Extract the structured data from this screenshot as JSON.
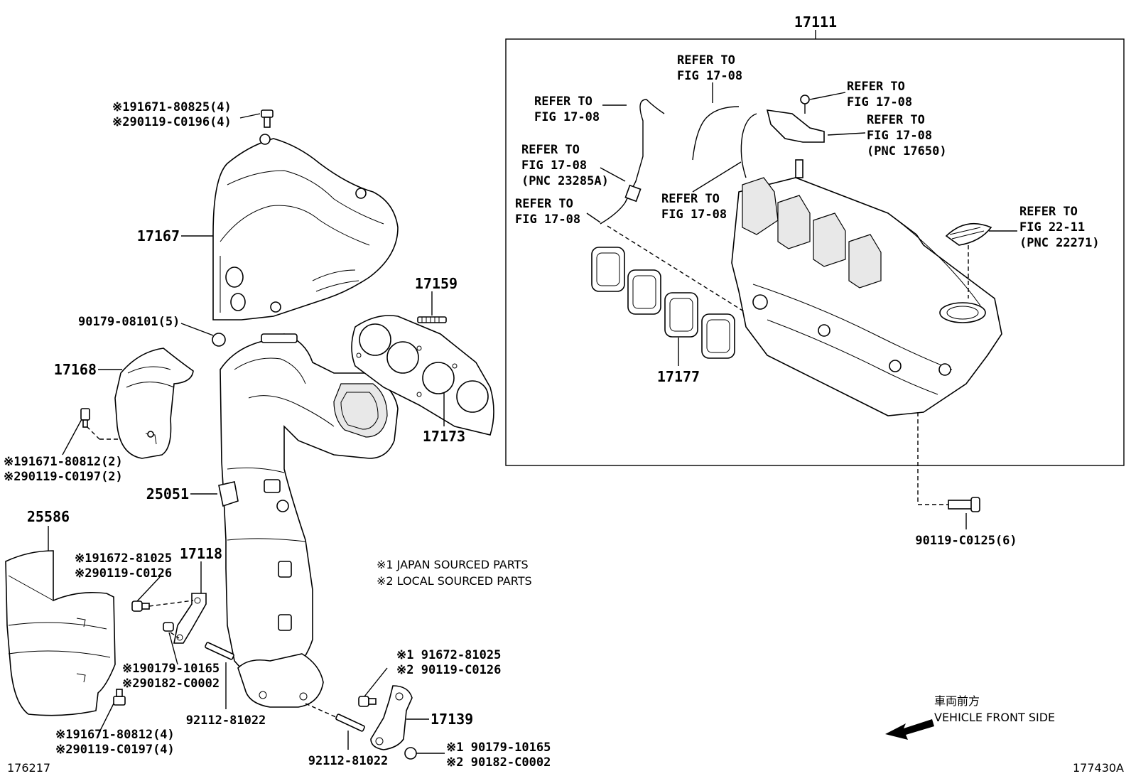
{
  "callouts": {
    "c17111": "17111",
    "c17167": "17167",
    "c17159": "17159",
    "c17168": "17168",
    "c17173": "17173",
    "c25051": "25051",
    "c25586": "25586",
    "c17118": "17118",
    "c17177": "17177",
    "c17139": "17139",
    "c90179_08101": "90179-08101(5)",
    "c90119_C0125": "90119-C0125(6)",
    "c92112_a": "92112-81022",
    "c92112_b": "92112-81022"
  },
  "bolt_notes": {
    "top_1": "※191671-80825(4)",
    "top_2": "※290119-C0196(4)",
    "h168_1": "※191671-80812(2)",
    "h168_2": "※290119-C0197(2)",
    "s17118_1": "※191672-81025",
    "s17118_2": "※290119-C0126",
    "n17118_1": "※190179-10165",
    "n17118_2": "※290182-C0002",
    "b25586_1": "※191671-80812(4)",
    "b25586_2": "※290119-C0197(4)",
    "br_1": "※1 91672-81025",
    "br_2": "※2 90119-C0126",
    "nr_1": "※1 90179-10165",
    "nr_2": "※2 90182-C0002"
  },
  "refer": {
    "r1_a": "REFER TO",
    "r1_b": "FIG 17-08",
    "r2_a": "REFER TO",
    "r2_b": "FIG 17-08",
    "r3_a": "REFER TO",
    "r3_b": "FIG 17-08",
    "r3_c": "(PNC 23285A)",
    "r4_a": "REFER TO",
    "r4_b": "FIG 17-08",
    "r5_a": "REFER TO",
    "r5_b": "FIG 17-08",
    "r6_a": "REFER TO",
    "r6_b": "FIG 17-08",
    "r7_a": "REFER TO",
    "r7_b": "FIG 17-08",
    "r7_c": "(PNC 17650)",
    "r8_a": "REFER TO",
    "r8_b": "FIG 22-11",
    "r8_c": "(PNC 22271)"
  },
  "legend": {
    "japan": "※1 JAPAN SOURCED PARTS",
    "local": "※2 LOCAL SOURCED PARTS"
  },
  "direction": {
    "jp": "車両前方",
    "en": "VEHICLE FRONT SIDE"
  },
  "figure_ids": {
    "left": "176217",
    "right": "177430A"
  }
}
